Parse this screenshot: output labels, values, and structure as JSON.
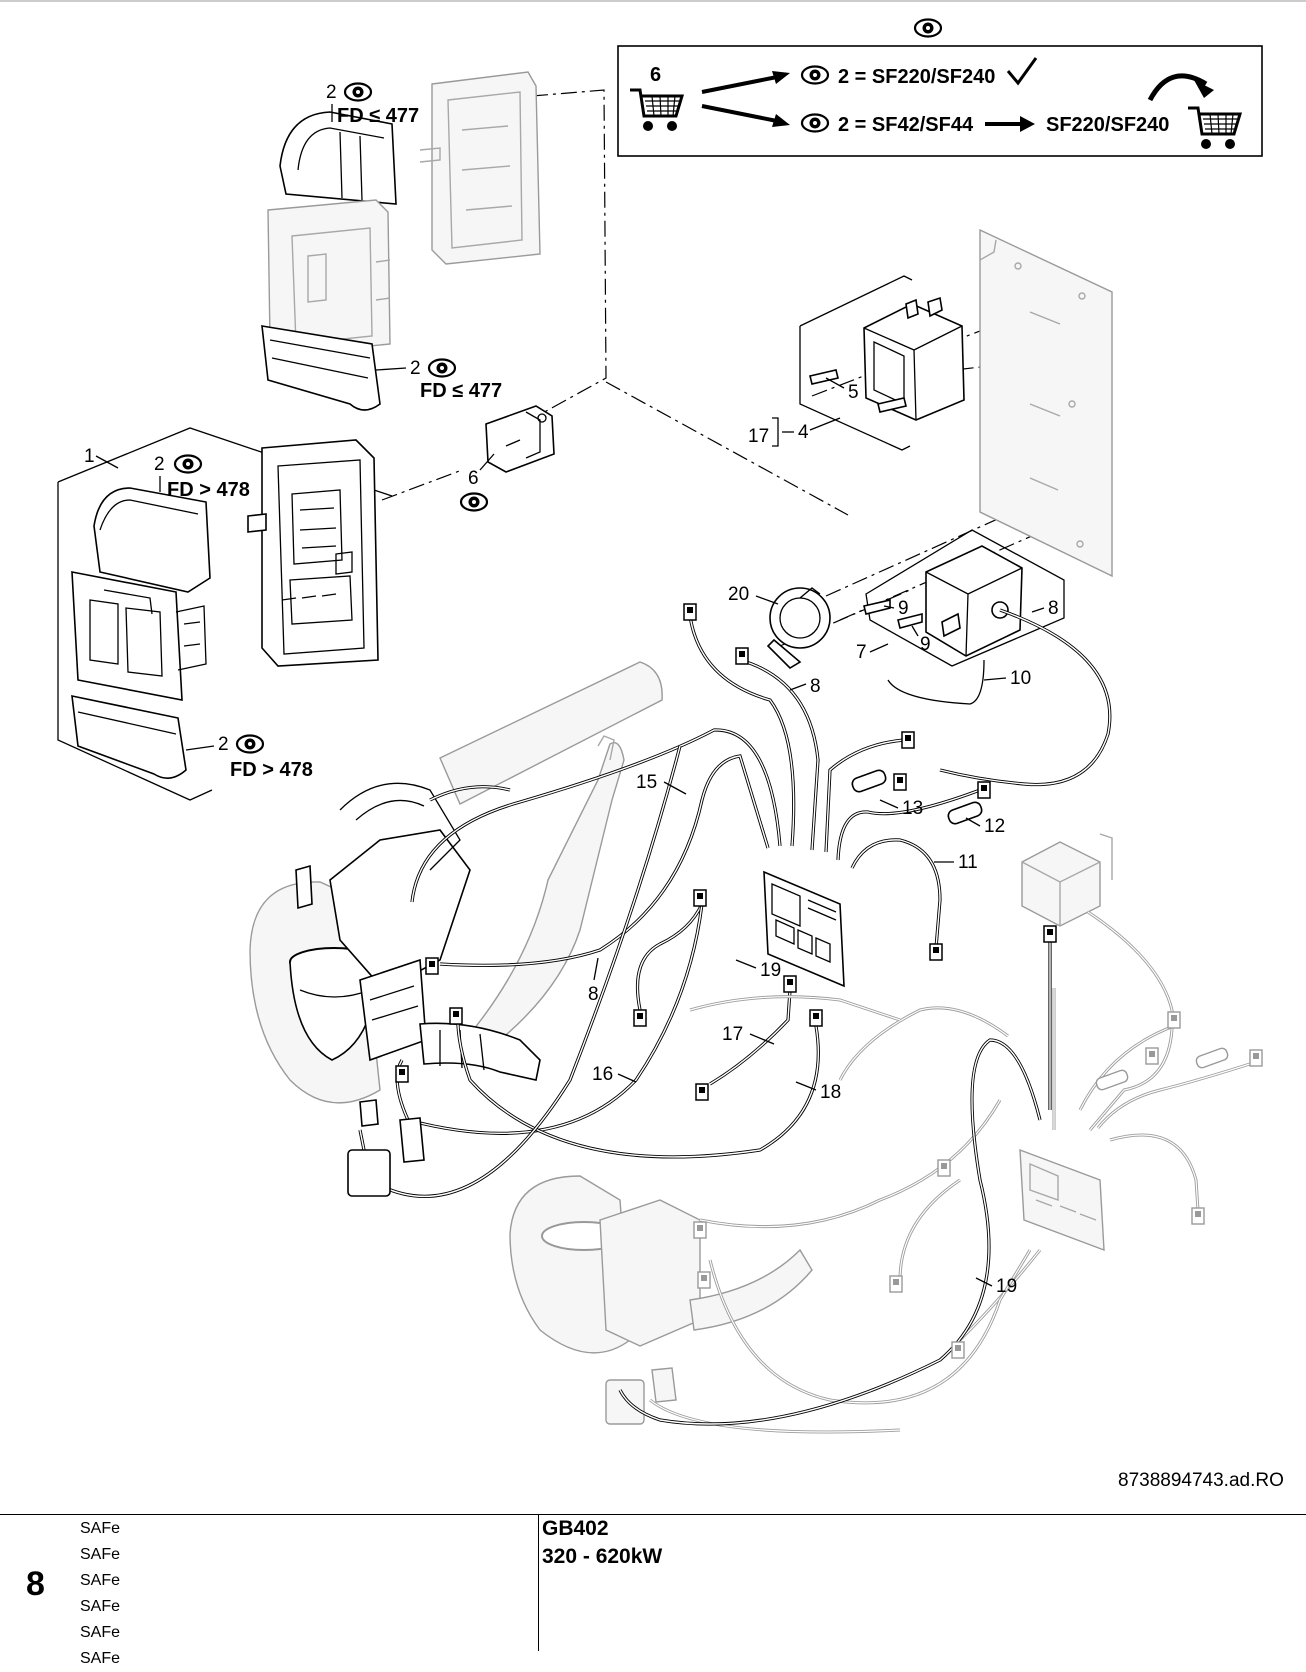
{
  "callouts": {
    "n1": "1",
    "n2": "2",
    "n4": "4",
    "n5": "5",
    "n6": "6",
    "n7": "7",
    "n8": "8",
    "n9": "9",
    "n10": "10",
    "n11": "11",
    "n12": "12",
    "n13": "13",
    "n15": "15",
    "n16": "16",
    "n17": "17",
    "n18": "18",
    "n19": "19",
    "n20": "20"
  },
  "notes": {
    "fd_le_477": "FD ≤ 477",
    "fd_gt_478": "FD > 478"
  },
  "legend_box": {
    "cart_qty": "6",
    "line1_prefix": "2 = SF220/SF240",
    "line2_prefix": "2 = SF42/SF44",
    "line2_target": "SF220/SF240"
  },
  "document_code": "8738894743.ad.RO",
  "footer": {
    "page_number": "8",
    "variants": [
      "SAFe",
      "SAFe",
      "SAFe",
      "SAFe",
      "SAFe",
      "SAFe"
    ],
    "model": "GB402",
    "power_range": "320 - 620kW"
  },
  "icons": [
    "eye-icon",
    "cart-icon",
    "arrow-right-icon",
    "checkmark-icon",
    "curved-arrow-icon"
  ]
}
